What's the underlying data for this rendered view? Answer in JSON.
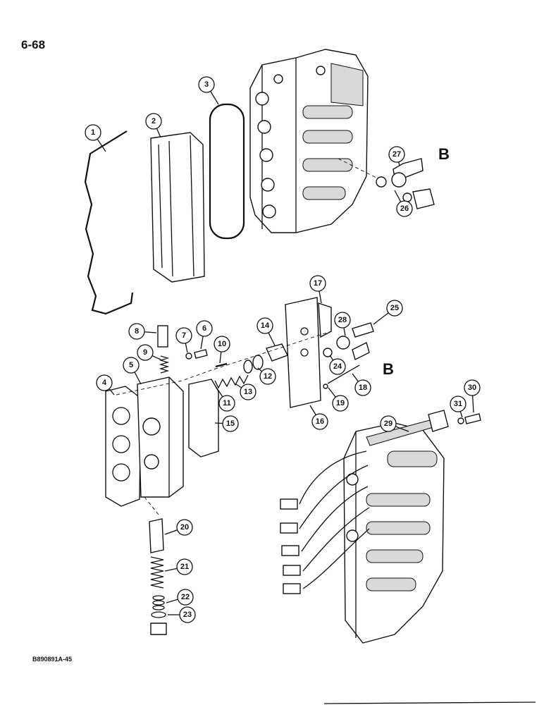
{
  "page": {
    "number": "6-68",
    "figure_code": "B890891A-45"
  },
  "reference_letter": "B",
  "callouts": [
    "1",
    "2",
    "3",
    "4",
    "5",
    "6",
    "7",
    "8",
    "9",
    "10",
    "11",
    "12",
    "13",
    "14",
    "15",
    "16",
    "17",
    "18",
    "19",
    "20",
    "21",
    "22",
    "23",
    "24",
    "25",
    "26",
    "27",
    "28",
    "29",
    "30",
    "31"
  ]
}
